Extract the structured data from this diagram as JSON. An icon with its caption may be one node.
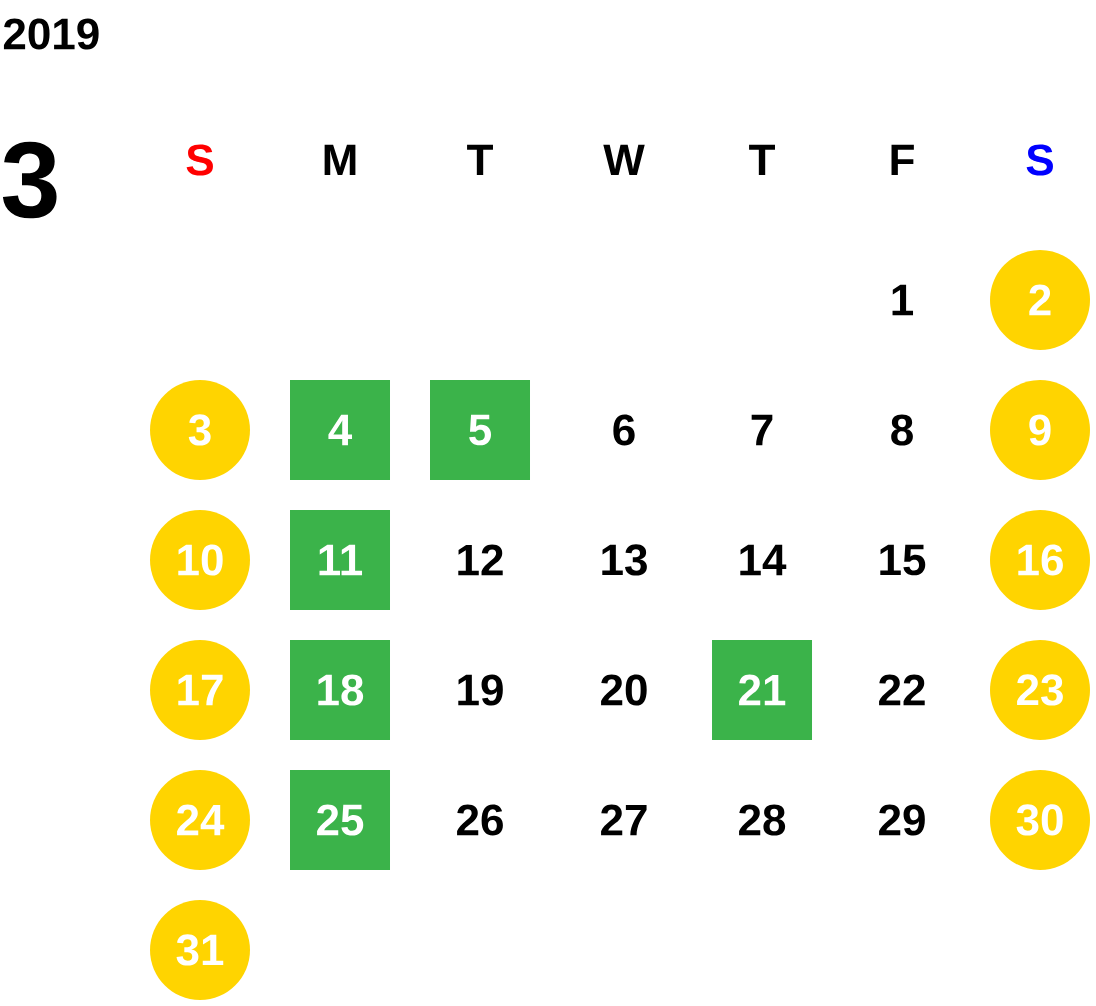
{
  "diagram": {
    "title": "2019",
    "nodes": [
      {
        "text": [
          "2"
        ]
      },
      {
        "text": [
          "3"
        ]
      },
      {
        "text": [
          "4"
        ]
      },
      {
        "text": [
          "5"
        ]
      },
      {
        "text": [
          "9"
        ]
      },
      {
        "text": [
          "10"
        ]
      },
      {
        "text": [
          "11"
        ]
      },
      {
        "text": [
          "16"
        ]
      },
      {
        "text": [
          "17"
        ]
      },
      {
        "text": [
          "18"
        ]
      },
      {
        "text": [
          "21"
        ]
      },
      {
        "text": [
          "23"
        ]
      },
      {
        "text": [
          "24"
        ]
      },
      {
        "text": [
          "25"
        ]
      },
      {
        "text": [
          "30"
        ]
      },
      {
        "text": [
          "31"
        ]
      }
    ],
    "labels": [
      "3",
      "S",
      "M",
      "T",
      "W",
      "T",
      "F",
      "S",
      "1",
      "6",
      "7",
      "8",
      "12",
      "13",
      "14",
      "15",
      "19",
      "20",
      "22",
      "26",
      "27",
      "28",
      "29"
    ]
  }
}
